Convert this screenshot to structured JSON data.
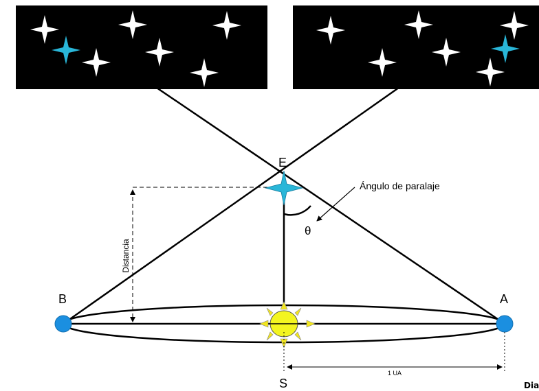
{
  "labels": {
    "star": "E",
    "point_b": "B",
    "point_a": "A",
    "sun": "S",
    "parallax_angle": "Ángulo de paralaje",
    "theta": "θ",
    "distance": "Distancia",
    "one_au": "1 UA",
    "cut_text": "Dia"
  },
  "colors": {
    "sky": "#000000",
    "star_white": "#ffffff",
    "star_cyan": "#29b6d8",
    "earth_blue": "#1b8fe0",
    "sun_fill": "#f3f520",
    "sun_ray": "#f2e620",
    "line": "#000000"
  }
}
